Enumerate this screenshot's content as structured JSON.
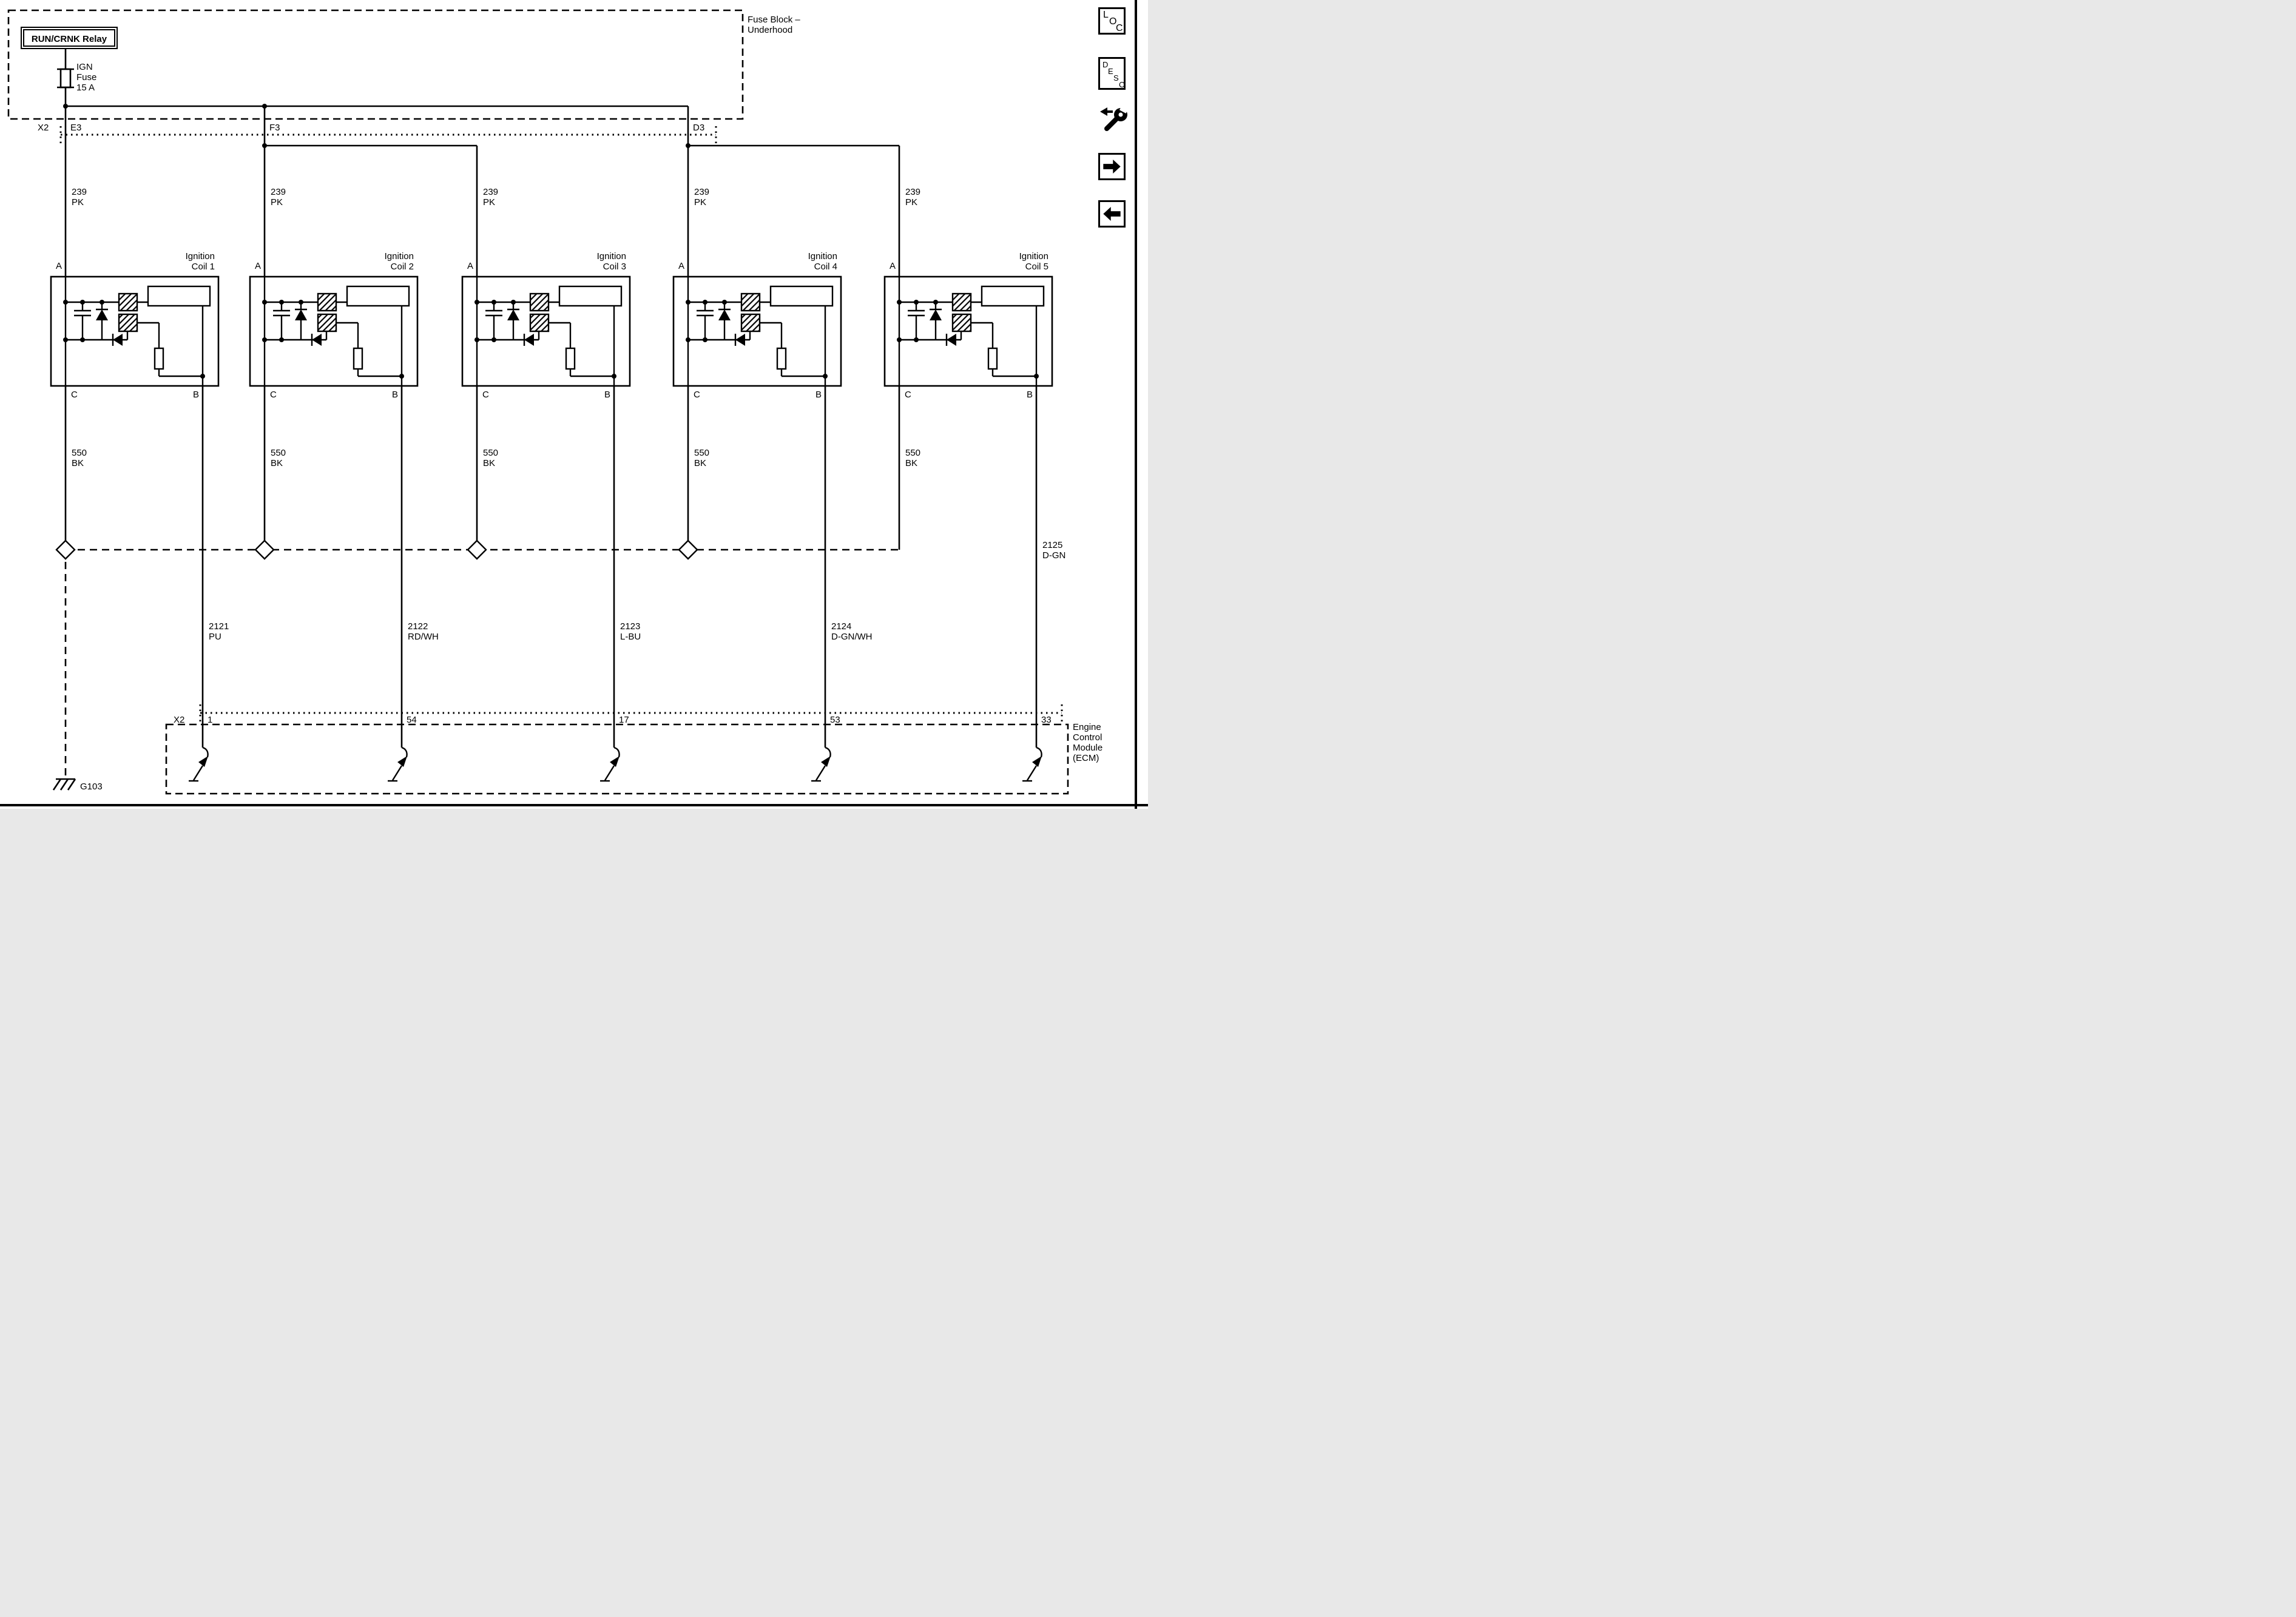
{
  "page": {
    "background": "#ffffff",
    "ink": "#000000"
  },
  "fuse_block": {
    "box_label_lines": [
      "Fuse Block –",
      "Underhood"
    ],
    "relay_label": "RUN/CRNK Relay",
    "fuse_label_lines": [
      "IGN",
      "Fuse",
      "15 A"
    ]
  },
  "top_connector": {
    "name": "X2",
    "pins": [
      "E3",
      "F3",
      "D3"
    ]
  },
  "coils": [
    {
      "title_lines": [
        "Ignition",
        "Coil 1"
      ],
      "terminal_a": "A",
      "terminal_b": "B",
      "terminal_c": "C",
      "supply_circuit": "239",
      "supply_color": "PK",
      "ground_circuit": "550",
      "ground_color": "BK",
      "control_circuit": "2121",
      "control_color": "PU",
      "ecm_pin": "1"
    },
    {
      "title_lines": [
        "Ignition",
        "Coil 2"
      ],
      "terminal_a": "A",
      "terminal_b": "B",
      "terminal_c": "C",
      "supply_circuit": "239",
      "supply_color": "PK",
      "ground_circuit": "550",
      "ground_color": "BK",
      "control_circuit": "2122",
      "control_color": "RD/WH",
      "ecm_pin": "54"
    },
    {
      "title_lines": [
        "Ignition",
        "Coil 3"
      ],
      "terminal_a": "A",
      "terminal_b": "B",
      "terminal_c": "C",
      "supply_circuit": "239",
      "supply_color": "PK",
      "ground_circuit": "550",
      "ground_color": "BK",
      "control_circuit": "2123",
      "control_color": "L-BU",
      "ecm_pin": "17"
    },
    {
      "title_lines": [
        "Ignition",
        "Coil 4"
      ],
      "terminal_a": "A",
      "terminal_b": "B",
      "terminal_c": "C",
      "supply_circuit": "239",
      "supply_color": "PK",
      "ground_circuit": "550",
      "ground_color": "BK",
      "control_circuit": "2124",
      "control_color": "D-GN/WH",
      "ecm_pin": "53"
    },
    {
      "title_lines": [
        "Ignition",
        "Coil 5"
      ],
      "terminal_a": "A",
      "terminal_b": "B",
      "terminal_c": "C",
      "supply_circuit": "239",
      "supply_color": "PK",
      "ground_circuit": "550",
      "ground_color": "BK",
      "control_circuit": "2125",
      "control_color": "D-GN",
      "ecm_pin": "33"
    }
  ],
  "ecm": {
    "connector_name": "X2",
    "label_lines": [
      "Engine",
      "Control",
      "Module",
      "(ECM)"
    ]
  },
  "ground_label": "G103",
  "sidebar": {
    "loc_letters": [
      "L",
      "O",
      "C"
    ],
    "desc_letters": [
      "D",
      "E",
      "S",
      "C"
    ]
  }
}
